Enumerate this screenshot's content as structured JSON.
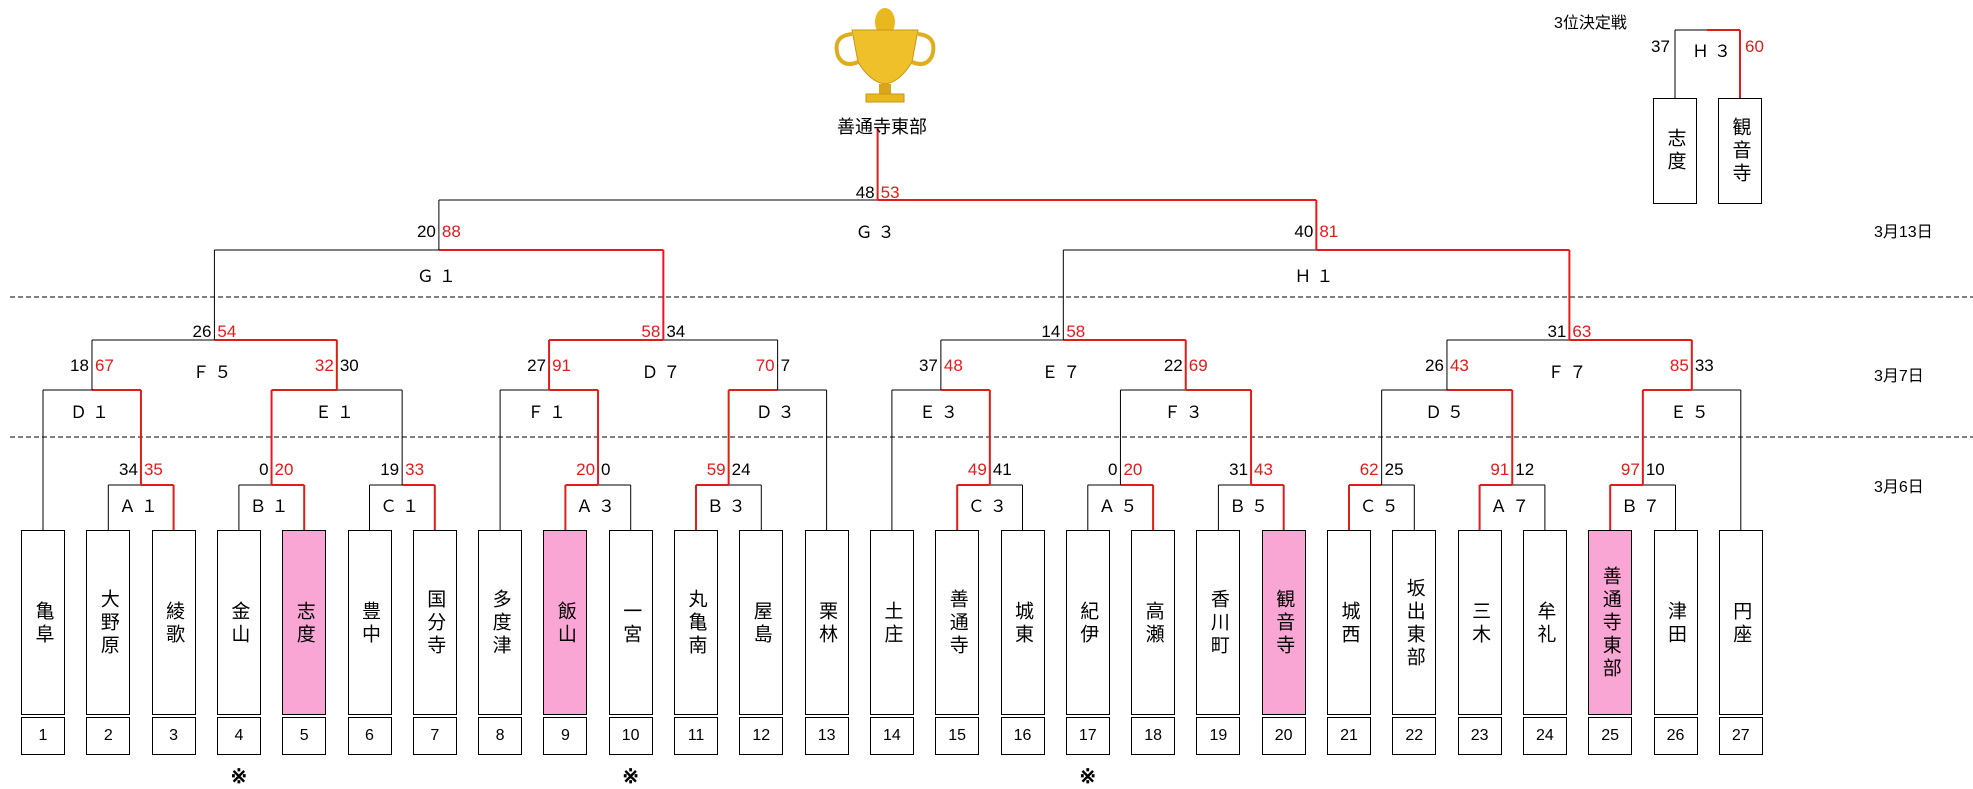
{
  "champion": "善通寺東部",
  "dates": {
    "final": "3月13日",
    "second": "3月7日",
    "first": "3月6日"
  },
  "third_place": {
    "title": "3位決定戦",
    "game": "Ｈ３",
    "left_score": "37",
    "right_score": "60",
    "left_team": "志度",
    "right_team": "観音寺"
  },
  "teams": [
    {
      "no": "1",
      "name": "亀阜",
      "win": false
    },
    {
      "no": "2",
      "name": "大野原",
      "win": false
    },
    {
      "no": "3",
      "name": "綾歌",
      "win": false
    },
    {
      "no": "4",
      "name": "金山",
      "win": false,
      "mark": "※"
    },
    {
      "no": "5",
      "name": "志度",
      "win": true
    },
    {
      "no": "6",
      "name": "豊中",
      "win": false
    },
    {
      "no": "7",
      "name": "国分寺",
      "win": false
    },
    {
      "no": "8",
      "name": "多度津",
      "win": false
    },
    {
      "no": "9",
      "name": "飯山",
      "win": true
    },
    {
      "no": "10",
      "name": "一宮",
      "win": false,
      "mark": "※"
    },
    {
      "no": "11",
      "name": "丸亀南",
      "win": false
    },
    {
      "no": "12",
      "name": "屋島",
      "win": false
    },
    {
      "no": "13",
      "name": "栗林",
      "win": false
    },
    {
      "no": "14",
      "name": "土庄",
      "win": false
    },
    {
      "no": "15",
      "name": "善通寺",
      "win": false
    },
    {
      "no": "16",
      "name": "城東",
      "win": false
    },
    {
      "no": "17",
      "name": "紀伊",
      "win": false,
      "mark": "※"
    },
    {
      "no": "18",
      "name": "高瀬",
      "win": false
    },
    {
      "no": "19",
      "name": "香川町",
      "win": false
    },
    {
      "no": "20",
      "name": "観音寺",
      "win": true
    },
    {
      "no": "21",
      "name": "城西",
      "win": false
    },
    {
      "no": "22",
      "name": "坂出東部",
      "win": false
    },
    {
      "no": "23",
      "name": "三木",
      "win": false
    },
    {
      "no": "24",
      "name": "牟礼",
      "win": false
    },
    {
      "no": "25",
      "name": "善通寺東部",
      "win": true
    },
    {
      "no": "26",
      "name": "津田",
      "win": false
    },
    {
      "no": "27",
      "name": "円座",
      "win": false
    }
  ],
  "games": {
    "A1": {
      "label": "Ａ１",
      "l": "34",
      "r": "35",
      "win": "r"
    },
    "B1": {
      "label": "Ｂ１",
      "l": "0",
      "r": "20",
      "win": "r"
    },
    "C1": {
      "label": "Ｃ１",
      "l": "19",
      "r": "33",
      "win": "r"
    },
    "A3": {
      "label": "Ａ３",
      "l": "20",
      "r": "0",
      "win": "l"
    },
    "B3": {
      "label": "Ｂ３",
      "l": "59",
      "r": "24",
      "win": "l"
    },
    "C3": {
      "label": "Ｃ３",
      "l": "49",
      "r": "41",
      "win": "l"
    },
    "A5": {
      "label": "Ａ５",
      "l": "0",
      "r": "20",
      "win": "r"
    },
    "B5": {
      "label": "Ｂ５",
      "l": "31",
      "r": "43",
      "win": "r"
    },
    "C5": {
      "label": "Ｃ５",
      "l": "62",
      "r": "25",
      "win": "l"
    },
    "A7": {
      "label": "Ａ７",
      "l": "91",
      "r": "12",
      "win": "l"
    },
    "B7": {
      "label": "Ｂ７",
      "l": "97",
      "r": "10",
      "win": "l"
    },
    "D1": {
      "label": "Ｄ１",
      "l": "18",
      "r": "67",
      "win": "r"
    },
    "E1": {
      "label": "Ｅ１",
      "l": "32",
      "r": "30",
      "win": "l"
    },
    "F1": {
      "label": "Ｆ１",
      "l": "27",
      "r": "91",
      "win": "r"
    },
    "D3": {
      "label": "Ｄ３",
      "l": "70",
      "r": "7",
      "win": "l"
    },
    "E3": {
      "label": "Ｅ３",
      "l": "37",
      "r": "48",
      "win": "r"
    },
    "F3": {
      "label": "Ｆ３",
      "l": "22",
      "r": "69",
      "win": "r"
    },
    "D5": {
      "label": "Ｄ５",
      "l": "26",
      "r": "43",
      "win": "r"
    },
    "E5": {
      "label": "Ｅ５",
      "l": "85",
      "r": "33",
      "win": "l"
    },
    "F5": {
      "label": "Ｆ５",
      "l": "26",
      "r": "54",
      "win": "r"
    },
    "D7": {
      "label": "Ｄ７",
      "l": "58",
      "r": "34",
      "win": "l"
    },
    "E7": {
      "label": "Ｅ７",
      "l": "14",
      "r": "58",
      "win": "r"
    },
    "F7": {
      "label": "Ｆ７",
      "l": "31",
      "r": "63",
      "win": "r"
    },
    "G1": {
      "label": "Ｇ１",
      "l": "20",
      "r": "88",
      "win": "r"
    },
    "H1": {
      "label": "Ｈ１",
      "l": "40",
      "r": "81",
      "win": "r"
    },
    "G3": {
      "label": "Ｇ３",
      "l": "48",
      "r": "53",
      "win": "r"
    }
  },
  "colors": {
    "win_line": "#e21b1b",
    "win_fill": "#f9a6d4",
    "trophy": "#e9b81e"
  },
  "icons": {
    "trophy": "trophy-icon"
  }
}
